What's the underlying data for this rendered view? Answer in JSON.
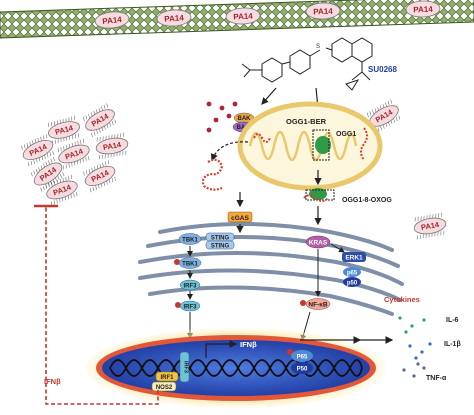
{
  "bacteria": {
    "label": "PA14"
  },
  "compound": {
    "label": "SU0268"
  },
  "mito": {
    "pathway_label": "OGG1-BER",
    "ogg1_label": "OGG1",
    "complex_label": "OGG1-8-OXOG"
  },
  "apoptosis": {
    "bak_label": "BAK",
    "bax_label": "BAX"
  },
  "pathway": {
    "cgas": "cGAS",
    "sting_a": "STING",
    "sting_b": "STING",
    "tbk1_upper": "TBK1",
    "tbk1_lower": "TBK1",
    "irf3_upper": "IRF3",
    "irf3_lower": "IRF3",
    "phospho": "P",
    "kras": "KRAS",
    "erk1": "ERK1",
    "p65": "p65",
    "p50": "p50",
    "nfkb": "NF-κB"
  },
  "nucleus": {
    "ifnb_gene": "IFNβ",
    "irf1": "IRF1",
    "nos2": "NOS2",
    "irf3_vert": "IRF3",
    "p65": "P65",
    "p50": "P50"
  },
  "cytokines": {
    "title": "Cytokines",
    "il6": "IL-6",
    "il1b": "IL-1β",
    "tnfa": "TNF-α"
  },
  "feedback": {
    "ifnb_label": "IFNβ"
  },
  "colors": {
    "membrane": "#7f9a5a",
    "er": "#7f8fa8",
    "nucleus_blue": "#2d4bb0",
    "nucleus_glow": "#f5d36a",
    "mito_fill": "#fbf6dc",
    "mito_stroke": "#e8c86a",
    "accent_red": "#c8372d",
    "dna_red": "#d9412f",
    "label_blue": "#1c3fa8"
  }
}
